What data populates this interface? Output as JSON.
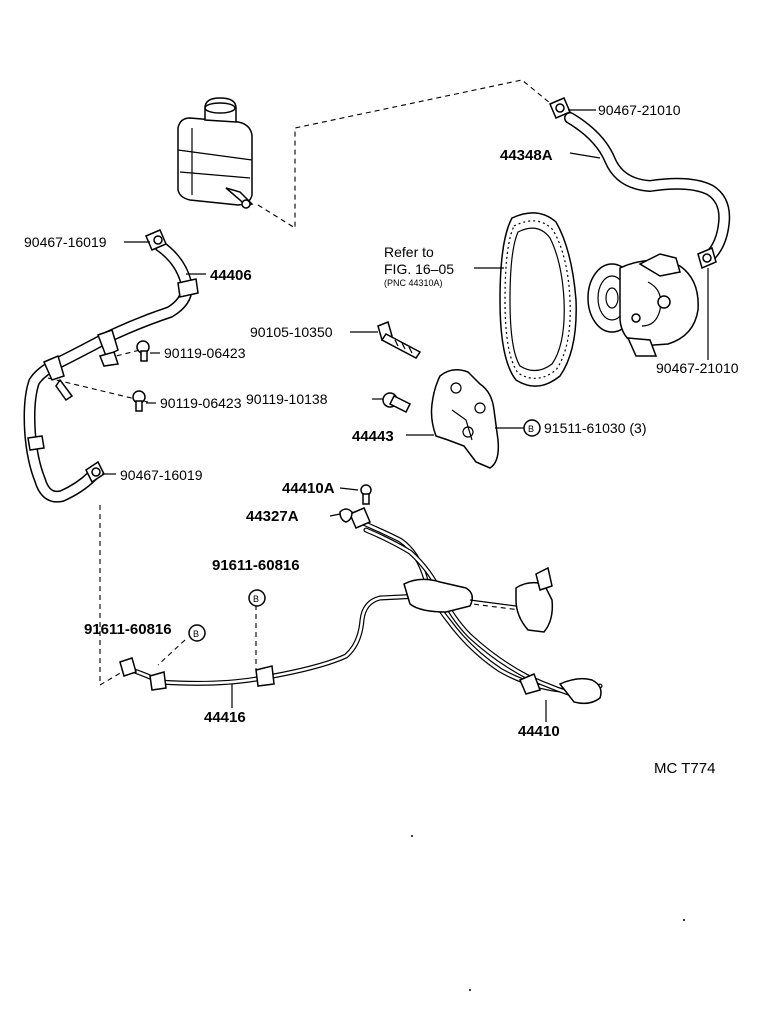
{
  "labels": {
    "clamp_top_right": "90467-21010",
    "hose_return": "44348A",
    "refer_line1": "Refer to",
    "refer_line2": "FIG. 16–05",
    "refer_line3": "(PNC 44310A)",
    "clamp_left_top": "90467-16019",
    "hose_suction": "44406",
    "bolt_upper": "90105-10350",
    "bolt_small_1": "90119-06423",
    "bolt_small_2": "90119-06423",
    "bolt_bracket": "90119-10138",
    "bracket": "44443",
    "bracket_bolt": "91511-61030 (3)",
    "clamp_pump_right": "90467-21010",
    "clamp_left_bottom": "90467-16019",
    "union_bolt": "44410A",
    "gasket": "44327A",
    "clamp_mid": "91611-60816",
    "clamp_left_mid": "91611-60816",
    "return_tube": "44416",
    "pressure_tube": "44410",
    "footer_code": "MC  T774",
    "b_marker": "B"
  }
}
